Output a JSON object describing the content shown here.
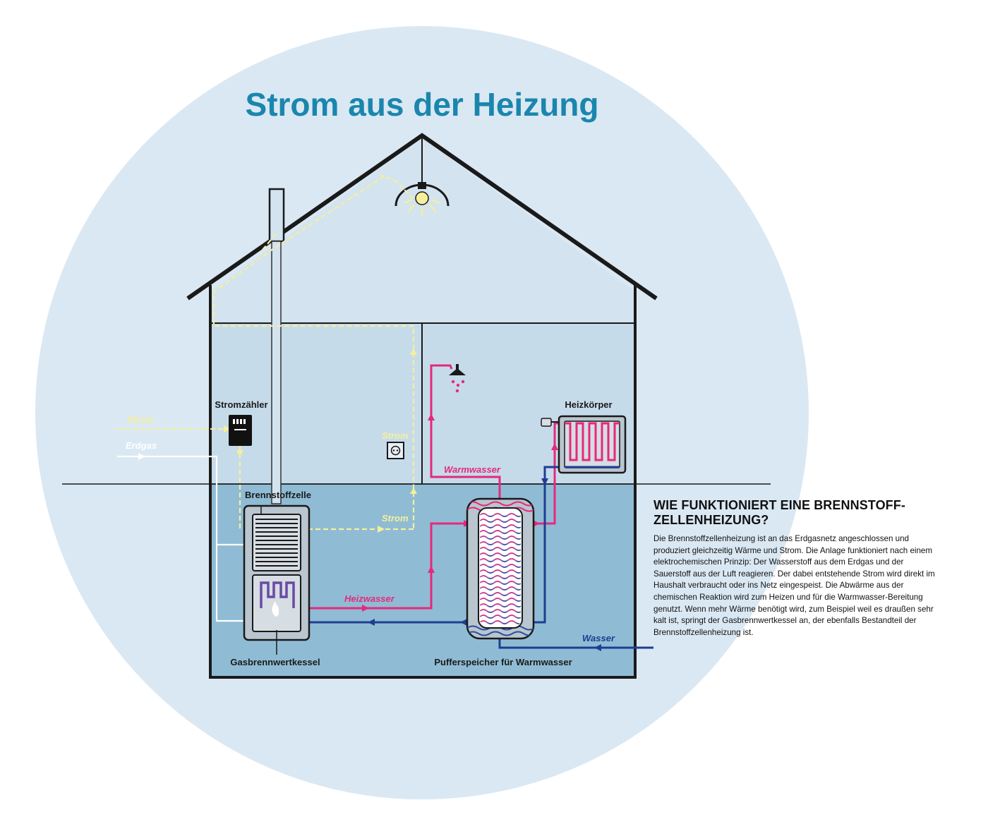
{
  "title": "Strom aus der Heizung",
  "labels": {
    "stromzaehler": "Stromzähler",
    "heizkoerper": "Heizkörper",
    "brennstoffzelle": "Brennstoffzelle",
    "gasbrennwertkessel": "Gasbrennwertkessel",
    "pufferspeicher": "Pufferspeicher für Warmwasser"
  },
  "flows": {
    "strom_input": "Strom",
    "erdgas_input": "Erdgas",
    "strom_socket": "Strom",
    "strom_cell": "Strom",
    "warmwasser": "Warmwasser",
    "heizwasser": "Heizwasser",
    "wasser": "Wasser"
  },
  "info": {
    "heading": "WIE FUNKTIONIERT EINE BRENNSTOFF-ZELLENHEIZUNG?",
    "body": "Die Brennstoffzellenheizung ist an das Erdgasnetz angeschlossen und produziert gleichzeitig Wärme und Strom. Die Anlage funktioniert nach einem elektrochemischen Prinzip: Der Wasserstoff aus dem Erdgas und der Sauerstoff aus der Luft reagieren. Der dabei entstehende Strom wird direkt im Haushalt verbraucht oder ins Netz eingespeist. Die Abwärme aus der chemischen Reaktion wird zum Heizen und für die Warmwasser-Bereitung genutzt. Wenn mehr Wärme benötigt wird, zum Beispiel weil es draußen sehr kalt ist, springt der Gasbrennwertkessel an, der ebenfalls Bestandteil der Brennstoffzellenheizung ist."
  },
  "colors": {
    "circle": "#dae8f3",
    "upper_room": "#c6dbea",
    "basement": "#8fbcd4",
    "title": "#1a86ad",
    "strom": "#f5ef9c",
    "warmwasser": "#e5297d",
    "wasser": "#1f3d94",
    "erdgas": "#ffffff"
  },
  "icons": [
    "lamp-icon",
    "shower-icon",
    "socket-icon",
    "flame-icon",
    "meter-icon"
  ]
}
